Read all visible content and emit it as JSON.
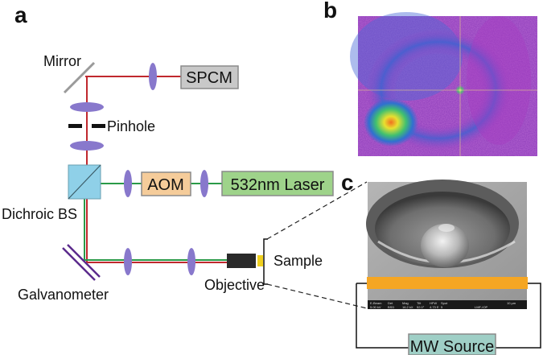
{
  "panels": {
    "a": "a",
    "b": "b",
    "c": "c"
  },
  "labels": {
    "mirror": "Mirror",
    "pinhole": "Pinhole",
    "dichroic": "Dichroic BS",
    "galvanometer": "Galvanometer",
    "objective": "Objective",
    "sample": "Sample"
  },
  "boxes": {
    "spcm": "SPCM",
    "aom": "AOM",
    "laser": "532nm Laser",
    "mw": "MW Source"
  },
  "sem_info": [
    "E-Beam",
    "Det",
    "Mag",
    "Tilt",
    "HFW",
    "Spot",
    "10 µm",
    "5.00 kV",
    "BSD",
    "16.2 kX",
    "52.0°",
    "4.73 E",
    "5",
    "LMF-IOP"
  ],
  "colors": {
    "red_beam": "#c0282e",
    "green_beam": "#2a9a48",
    "lens": "#8878cc",
    "spcm_box": "#c8c8c8",
    "aom_box": "#f5cc9a",
    "laser_box": "#9ed38a",
    "mw_box": "#9fcfc6",
    "stripline": "#f5a623",
    "dichroic": "#8fd0e8",
    "galvo": "#5b2a8c"
  }
}
